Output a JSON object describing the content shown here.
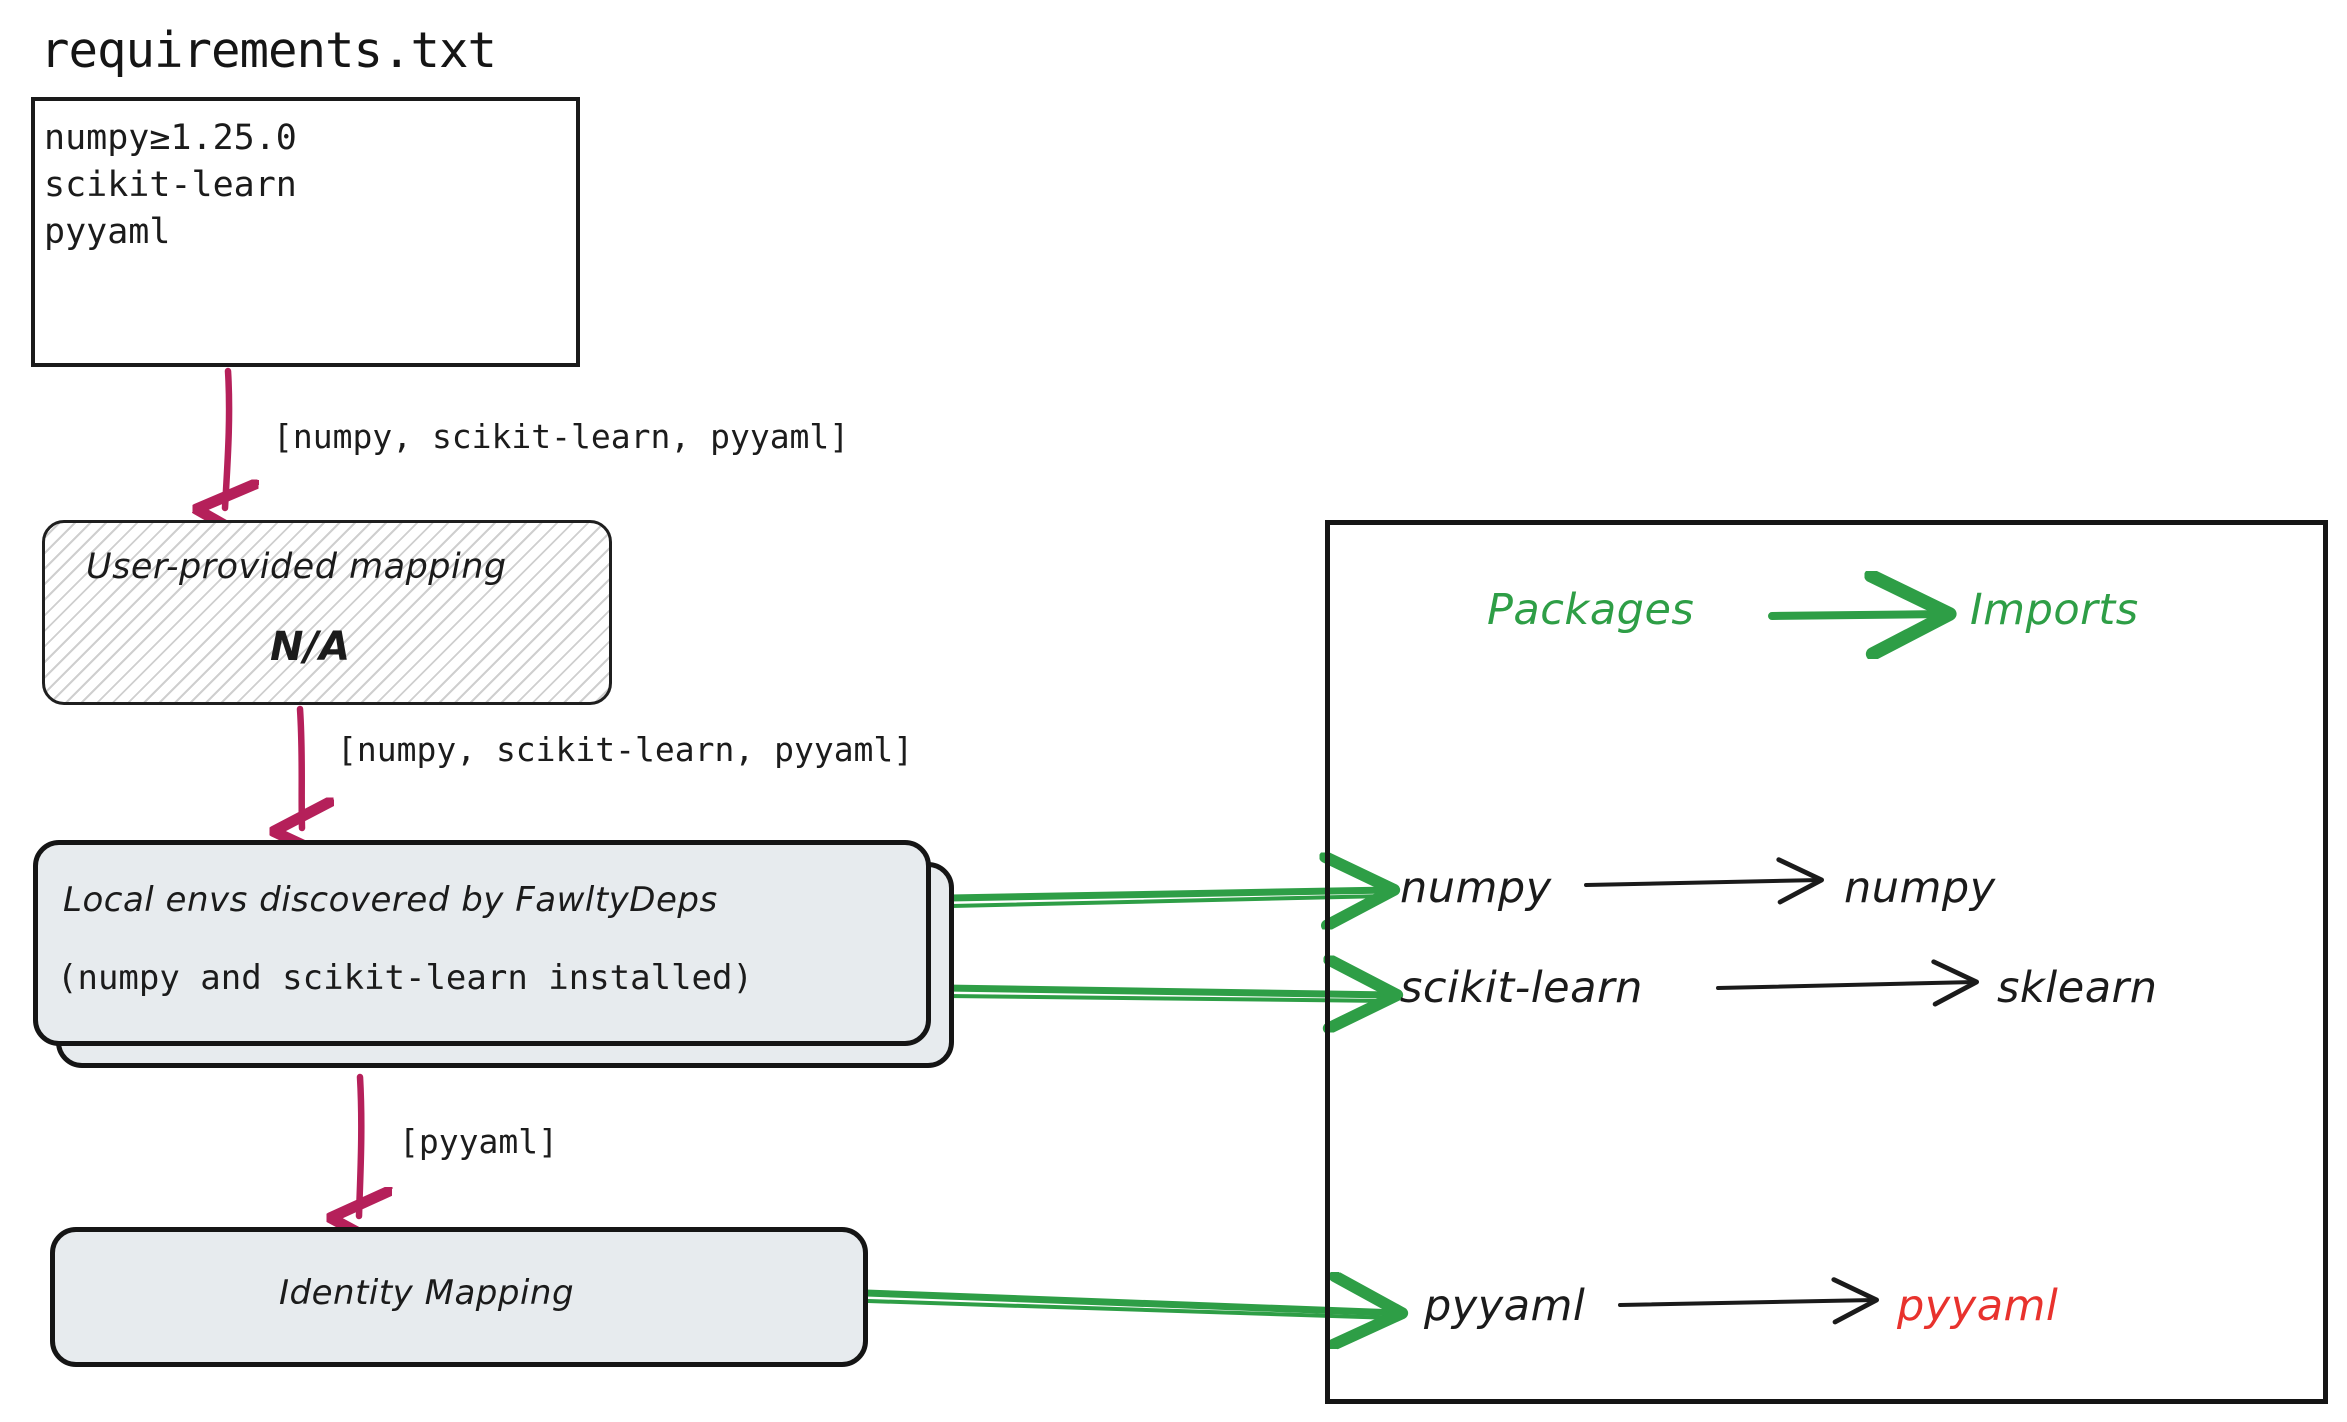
{
  "title": "requirements.txt",
  "requirements_file": {
    "name": "requirements.txt",
    "lines": [
      "numpy≥1.25.0",
      "scikit-learn",
      "pyyaml"
    ]
  },
  "edges": [
    {
      "id": "req-to-ump",
      "label": "[numpy, scikit-learn, pyyaml]",
      "color": "#b5205a"
    },
    {
      "id": "ump-to-env",
      "label": "[numpy, scikit-learn, pyyaml]",
      "color": "#b5205a"
    },
    {
      "id": "env-to-idm",
      "label": "[pyyaml]",
      "color": "#b5205a"
    }
  ],
  "nodes": {
    "user_provided_mapping": {
      "line1": "User-provided mapping",
      "line2": "N/A",
      "fill": "hatched"
    },
    "local_envs": {
      "line1": "Local envs discovered by FawltyDeps",
      "line2": "(numpy and scikit-learn installed)",
      "fill": "#e7ebee"
    },
    "identity_mapping": {
      "line1": "Identity Mapping",
      "fill": "#e7ebee"
    }
  },
  "panel": {
    "legend": {
      "left": "Packages",
      "right": "Imports",
      "color": "#2e9e46"
    },
    "mappings": [
      {
        "package": "numpy",
        "import": "numpy",
        "import_color": "#1b1b1b"
      },
      {
        "package": "scikit-learn",
        "import": "sklearn",
        "import_color": "#1b1b1b"
      },
      {
        "package": "pyyaml",
        "import": "pyyaml",
        "import_color": "#e8322d"
      }
    ]
  },
  "colors": {
    "flow_arrow": "#b5205a",
    "resolve_arrow": "#2e9e46",
    "missing_import": "#e8322d",
    "node_fill": "#e7ebee",
    "stroke": "#151515"
  }
}
